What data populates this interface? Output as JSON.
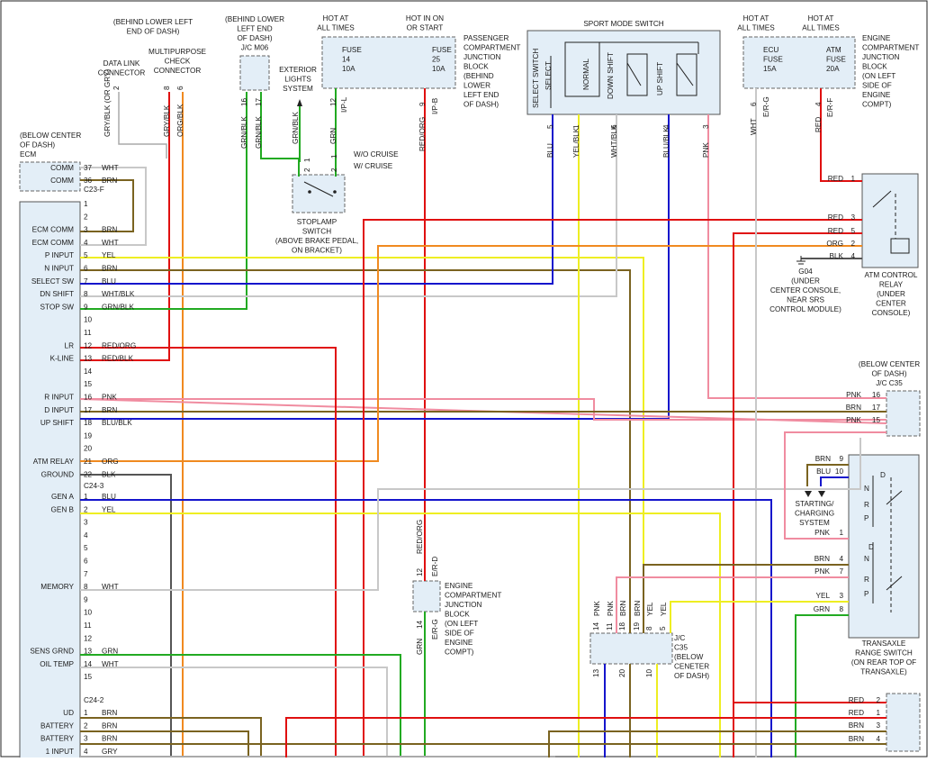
{
  "colors": {
    "RED": "#e01010",
    "BLU": "#1515cc",
    "YEL": "#eeee22",
    "GRN": "#22aa22",
    "BRN": "#7a6320",
    "WHT": "#c8c8c8",
    "BLK": "#555555",
    "PNK": "#f08ca0",
    "ORG": "#f08a20",
    "GRN/BLK": "#22aa22",
    "RED/BLK": "#e01010",
    "RED/ORG": "#e01010",
    "ORG/BLK": "#f08a20",
    "GRY/BLK": "#aaaaaa",
    "YEL/BLK": "#eeee22",
    "WHT/BLK": "#c8c8c8",
    "BLU/BLK": "#1515cc",
    "E/R-G": "#22aa22",
    "E/R-D": "#e01010",
    "E/R-F": "#e01010",
    "I/P-L": "#22aa22",
    "I/P-B": "#e01010",
    "GRY": "#aaaaaa"
  },
  "header": {
    "behind_lower_left_end_of_dash": [
      "(BEHIND LOWER LEFT",
      "END OF DASH)"
    ],
    "data_link_connector": [
      "DATA LINK",
      "CONNECTOR"
    ],
    "multipurpose_check_connector": [
      "MULTIPURPOSE",
      "CHECK",
      "CONNECTOR"
    ],
    "jc_m06_note": [
      "(BEHIND LOWER",
      "LEFT END",
      "OF DASH)",
      "J/C M06"
    ],
    "exterior_lights": [
      "EXTERIOR",
      "LIGHTS",
      "SYSTEM"
    ],
    "hot_at_all_times": [
      "HOT AT",
      "ALL TIMES"
    ],
    "hot_in_on_or_start": [
      "HOT IN ON",
      "OR START"
    ],
    "fuse14": [
      "FUSE",
      "14",
      "10A"
    ],
    "fuse25": [
      "FUSE",
      "25",
      "10A"
    ],
    "passenger_block": [
      "PASSENGER",
      "COMPARTMENT",
      "JUNCTION",
      "BLOCK",
      "(BEHIND",
      "LOWER",
      "LEFT END",
      "OF DASH)"
    ],
    "sport_mode_switch": "SPORT MODE SWITCH",
    "sport_switch_labels": [
      "SELECT SWITCH",
      "SELECT",
      "NORMAL",
      "DOWN SHIFT",
      "UP SHIFT"
    ],
    "hot_at_all_times_2": [
      "HOT AT",
      "ALL TIMES"
    ],
    "hot_at_all_times_3": [
      "HOT AT",
      "ALL TIMES"
    ],
    "ecu_fuse": [
      "ECU",
      "FUSE",
      "15A"
    ],
    "atm_fuse": [
      "ATM",
      "FUSE",
      "20A"
    ],
    "engine_block_top": [
      "ENGINE",
      "COMPARTMENT",
      "JUNCTION",
      "BLOCK",
      "(ON LEFT",
      "SIDE OF",
      "ENGINE",
      "COMPT)"
    ]
  },
  "wire_codes": {
    "dlc": [
      {
        "pin": "2",
        "code": "GRY/BLK (OR GRY)"
      }
    ],
    "mcc": [
      {
        "pin": "8",
        "code": "GRY/BLK"
      },
      {
        "pin": "6",
        "code": "ORG/BLK"
      }
    ],
    "jcm06": [
      {
        "pin": "16",
        "code": "GRN/BLK"
      },
      {
        "pin": "17",
        "code": "GRN/BLK"
      }
    ],
    "stop_out": {
      "code": "GRN/BLK"
    },
    "fuse14": {
      "pin": "12",
      "code": "GRN",
      "conn": "I/P-L"
    },
    "fuse25": {
      "pin": "9",
      "code": "RED/ORG",
      "conn": "I/P-B"
    },
    "sport": [
      {
        "pin": "5",
        "code": "BLU"
      },
      {
        "pin": "1",
        "code": "YEL/BLK"
      },
      {
        "pin": "6",
        "code": "WHT/BLK"
      },
      {
        "pin": "4",
        "code": "BLU/BLK"
      },
      {
        "pin": "3",
        "code": "PNK"
      }
    ],
    "ecu": {
      "pin": "6",
      "code": "WHT",
      "conn": "E/R-G"
    },
    "atm": {
      "pin": "4",
      "code": "RED",
      "conn": "E/R-F"
    }
  },
  "stoplamp": {
    "label": [
      "STOPLAMP",
      "SWITCH",
      "(ABOVE BRAKE PEDAL,",
      "ON BRACKET)"
    ],
    "pins": [
      "1",
      "2",
      "1",
      "2"
    ],
    "wo_cruise": "W/O CRUISE",
    "w_cruise": "W/ CRUISE"
  },
  "ecm": {
    "note": [
      "(BELOW CENTER",
      "OF DASH)",
      "ECM"
    ],
    "comm_rows": [
      {
        "label": "COMM",
        "pin": "37",
        "code": "WHT"
      },
      {
        "label": "COMM",
        "pin": "36",
        "code": "BRN"
      }
    ],
    "c23f": "C23-F",
    "rows": [
      {
        "pin": "1",
        "label": "",
        "code": ""
      },
      {
        "pin": "2",
        "label": "",
        "code": ""
      },
      {
        "pin": "3",
        "label": "ECM COMM",
        "code": "BRN"
      },
      {
        "pin": "4",
        "label": "ECM COMM",
        "code": "WHT"
      },
      {
        "pin": "5",
        "label": "P INPUT",
        "code": "YEL"
      },
      {
        "pin": "6",
        "label": "N INPUT",
        "code": "BRN"
      },
      {
        "pin": "7",
        "label": "SELECT SW",
        "code": "BLU"
      },
      {
        "pin": "8",
        "label": "DN SHIFT",
        "code": "WHT/BLK"
      },
      {
        "pin": "9",
        "label": "STOP SW",
        "code": "GRN/BLK"
      },
      {
        "pin": "10",
        "label": "",
        "code": ""
      },
      {
        "pin": "11",
        "label": "",
        "code": ""
      },
      {
        "pin": "12",
        "label": "LR",
        "code": "RED/ORG"
      },
      {
        "pin": "13",
        "label": "K-LINE",
        "code": "RED/BLK"
      },
      {
        "pin": "14",
        "label": "",
        "code": ""
      },
      {
        "pin": "15",
        "label": "",
        "code": ""
      },
      {
        "pin": "16",
        "label": "R INPUT",
        "code": "PNK"
      },
      {
        "pin": "17",
        "label": "D INPUT",
        "code": "BRN"
      },
      {
        "pin": "18",
        "label": "UP SHIFT",
        "code": "BLU/BLK"
      },
      {
        "pin": "19",
        "label": "",
        "code": ""
      },
      {
        "pin": "20",
        "label": "",
        "code": ""
      },
      {
        "pin": "21",
        "label": "ATM RELAY",
        "code": "ORG"
      },
      {
        "pin": "22",
        "label": "GROUND",
        "code": "BLK"
      }
    ],
    "c24_3": "C24-3",
    "rows2": [
      {
        "pin": "1",
        "label": "GEN A",
        "code": "BLU"
      },
      {
        "pin": "2",
        "label": "GEN B",
        "code": "YEL"
      },
      {
        "pin": "3",
        "label": "",
        "code": ""
      },
      {
        "pin": "4",
        "label": "",
        "code": ""
      },
      {
        "pin": "5",
        "label": "",
        "code": ""
      },
      {
        "pin": "6",
        "label": "",
        "code": ""
      },
      {
        "pin": "7",
        "label": "",
        "code": ""
      },
      {
        "pin": "8",
        "label": "MEMORY",
        "code": "WHT"
      },
      {
        "pin": "9",
        "label": "",
        "code": ""
      },
      {
        "pin": "10",
        "label": "",
        "code": ""
      },
      {
        "pin": "11",
        "label": "",
        "code": ""
      },
      {
        "pin": "12",
        "label": "",
        "code": ""
      },
      {
        "pin": "13",
        "label": "SENS GRND",
        "code": "GRN"
      },
      {
        "pin": "14",
        "label": "OIL TEMP",
        "code": "WHT"
      },
      {
        "pin": "15",
        "label": "",
        "code": ""
      }
    ],
    "c24_2": "C24-2",
    "rows3": [
      {
        "pin": "1",
        "label": "UD",
        "code": "BRN"
      },
      {
        "pin": "2",
        "label": "BATTERY",
        "code": "BRN"
      },
      {
        "pin": "3",
        "label": "BATTERY",
        "code": "BRN"
      },
      {
        "pin": "4",
        "label": "1 INPUT",
        "code": "GRY"
      }
    ]
  },
  "atm_relay": {
    "inputs": [
      {
        "code": "RED",
        "pin": "1"
      },
      {
        "code": "RED",
        "pin": "3"
      },
      {
        "code": "RED",
        "pin": "5"
      },
      {
        "code": "ORG",
        "pin": "2"
      },
      {
        "code": "BLK",
        "pin": "4"
      }
    ],
    "g04": [
      "G04",
      "(UNDER",
      "CENTER CONSOLE,",
      "NEAR SRS",
      "CONTROL MODULE)"
    ],
    "label": [
      "ATM CONTROL",
      "RELAY",
      "(UNDER",
      "CENTER",
      "CONSOLE)"
    ]
  },
  "jc_c35_right": {
    "note": [
      "(BELOW CENTER",
      "OF DASH)",
      "J/C C35"
    ],
    "rows": [
      {
        "code": "PNK",
        "pin": "16"
      },
      {
        "code": "BRN",
        "pin": "17"
      },
      {
        "code": "PNK",
        "pin": "15"
      }
    ]
  },
  "range_switch": {
    "top": [
      {
        "code": "BRN",
        "pin": "9"
      },
      {
        "code": "BLU",
        "pin": "10"
      }
    ],
    "starting": [
      "STARTING/",
      "CHARGING",
      "SYSTEM"
    ],
    "rows": [
      {
        "code": "PNK",
        "pin": "1"
      },
      {
        "code": "BRN",
        "pin": "4"
      },
      {
        "code": "PNK",
        "pin": "7"
      },
      {
        "code": "YEL",
        "pin": "3"
      },
      {
        "code": "GRN",
        "pin": "8"
      }
    ],
    "positions_top": [
      "D",
      "N",
      "R",
      "P"
    ],
    "positions_bot": [
      "D",
      "N",
      "R",
      "P"
    ],
    "label": [
      "TRANSAXLE",
      "RANGE SWITCH",
      "(ON REAR TOP OF",
      "TRANSAXLE)"
    ]
  },
  "engine_block_mid": {
    "top": {
      "pin": "12",
      "code": "RED/ORG",
      "conn": "E/R-D"
    },
    "bot": {
      "pin": "14",
      "code": "GRN",
      "conn": "E/R-G"
    },
    "label": [
      "ENGINE",
      "COMPARTMENT",
      "JUNCTION",
      "BLOCK",
      "(ON LEFT",
      "SIDE OF",
      "ENGINE",
      "COMPT)"
    ]
  },
  "jc_c35_bottom": {
    "top": [
      {
        "pin": "14",
        "code": "PNK"
      },
      {
        "pin": "11",
        "code": "PNK"
      },
      {
        "pin": "18",
        "code": "BRN"
      },
      {
        "pin": "19",
        "code": "BRN"
      },
      {
        "pin": "8",
        "code": "YEL"
      },
      {
        "pin": "5",
        "code": "YEL"
      }
    ],
    "bot": [
      "13",
      "20",
      "10"
    ],
    "label": [
      "J/C",
      "C35",
      "(BELOW",
      "CENETER",
      "OF DASH)"
    ]
  },
  "bottom_right": {
    "rows": [
      {
        "code": "RED",
        "pin": "2"
      },
      {
        "code": "RED",
        "pin": "1"
      },
      {
        "code": "BRN",
        "pin": "3"
      },
      {
        "code": "BRN",
        "pin": "4"
      }
    ]
  }
}
